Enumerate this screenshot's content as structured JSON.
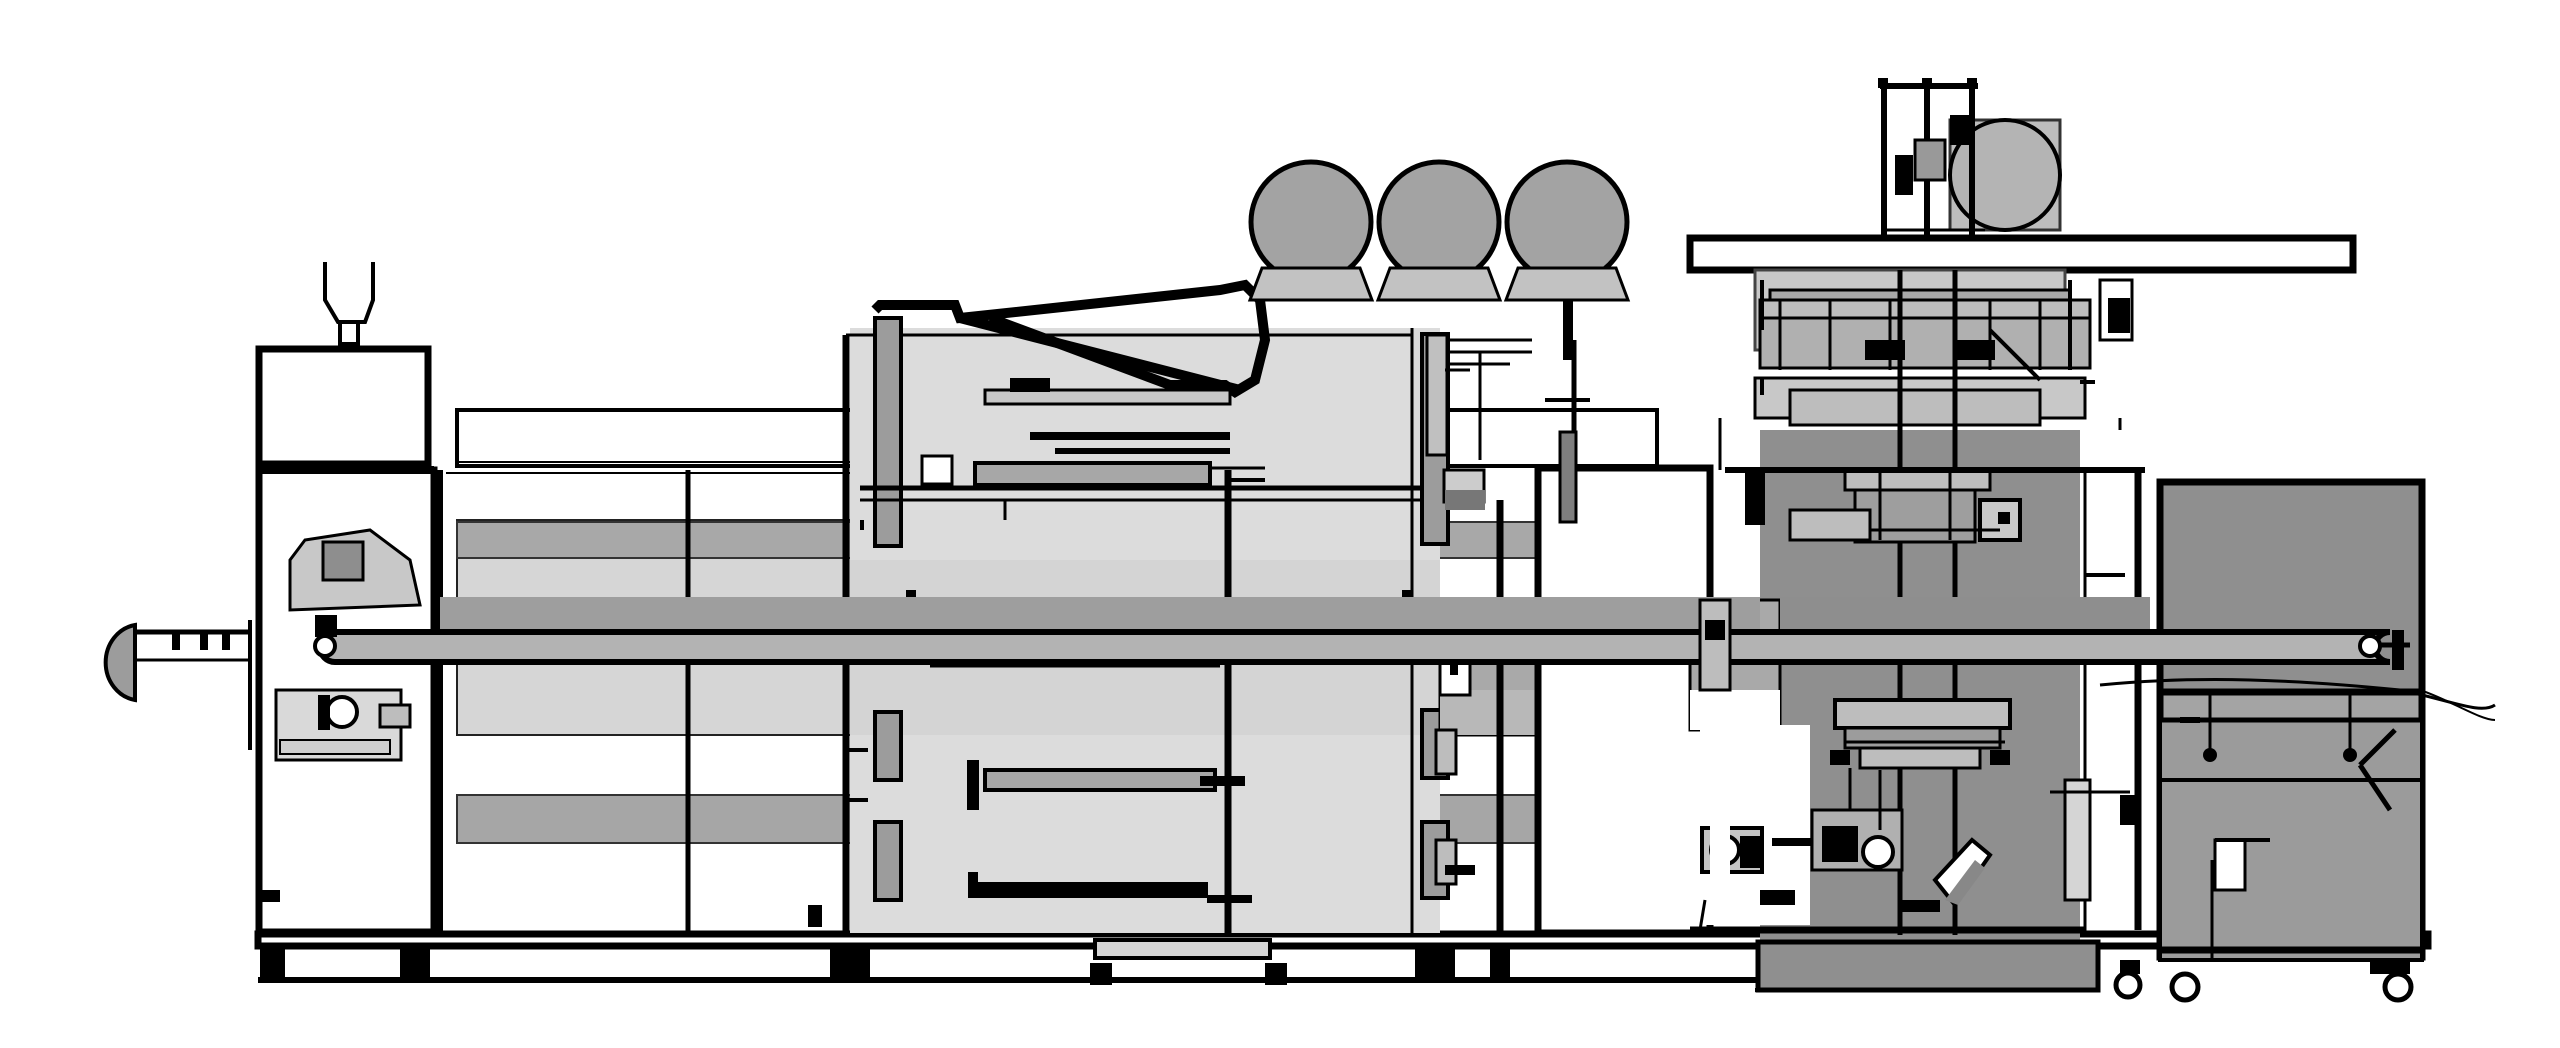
{
  "diagram": {
    "kind": "machine line side elevation",
    "labels": [],
    "colors": {
      "background": "#ffffff",
      "outline": "#000000",
      "light_fill": "#d8d8d8",
      "mid_fill": "#a6a6a6",
      "dark_fill": "#8c8c8c"
    },
    "components": [
      {
        "id": "infeed-station",
        "icon": "infeed-cabinet-icon"
      },
      {
        "id": "main-tunnel",
        "icon": "tunnel-frame-icon"
      },
      {
        "id": "gas-tanks",
        "icon": "cylinder-tank-icon",
        "count": 3
      },
      {
        "id": "center-press",
        "icon": "press-frame-icon"
      },
      {
        "id": "lift-station",
        "icon": "lift-tower-icon"
      },
      {
        "id": "outfeed-cabinet",
        "icon": "outfeed-cabinet-icon"
      },
      {
        "id": "conveyor-rail",
        "icon": "conveyor-rail-icon"
      }
    ]
  }
}
